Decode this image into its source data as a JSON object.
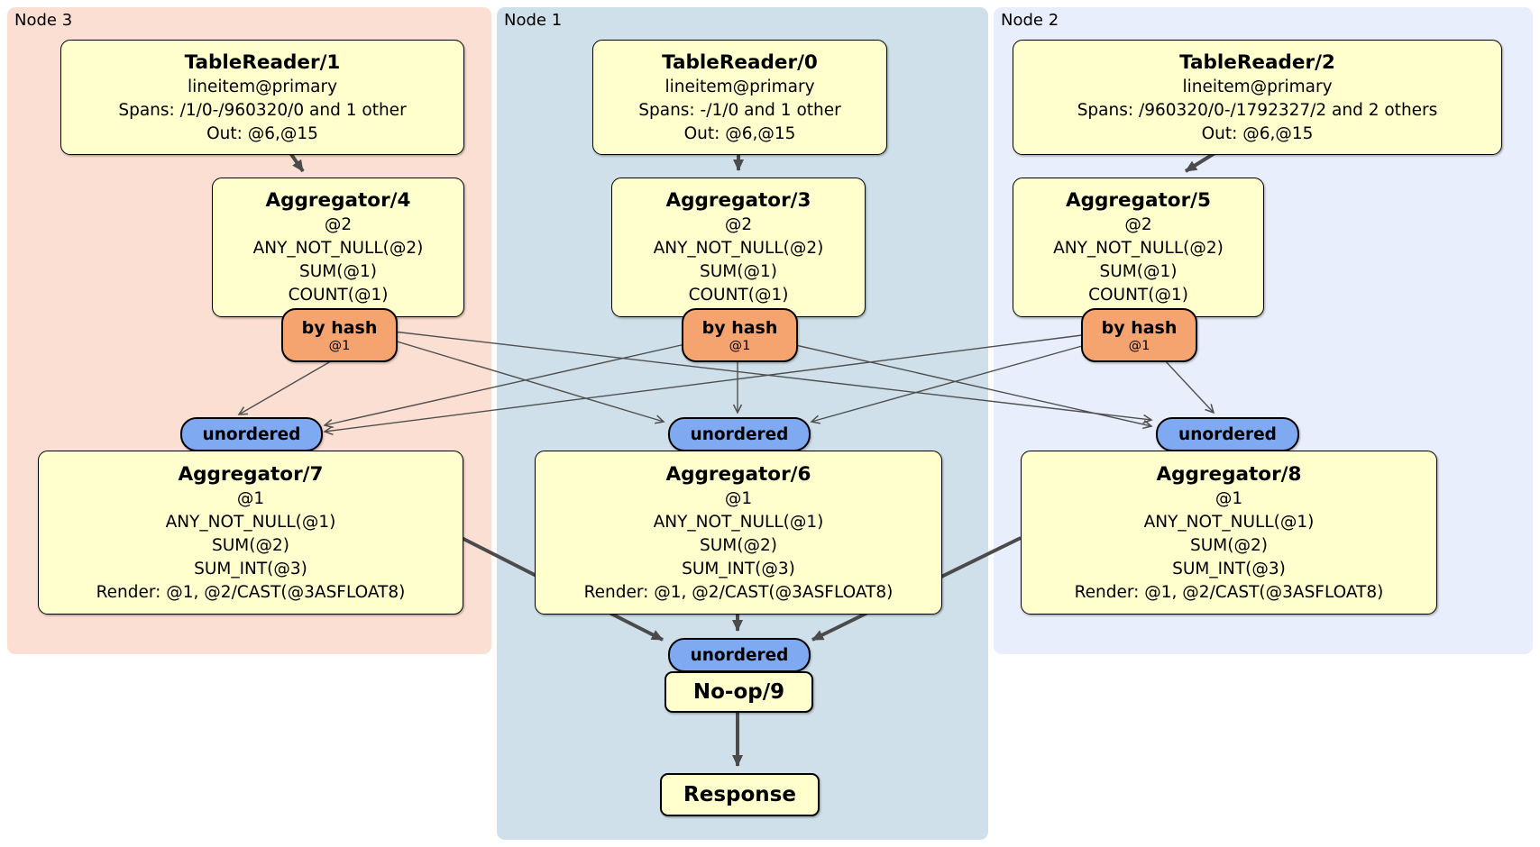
{
  "regions": [
    {
      "label": "Node 3"
    },
    {
      "label": "Node 1"
    },
    {
      "label": "Node 2"
    }
  ],
  "table_readers": [
    {
      "title": "TableReader/1",
      "lines": [
        "lineitem@primary",
        "Spans: /1/0-/960320/0 and 1 other",
        "Out: @6,@15"
      ]
    },
    {
      "title": "TableReader/0",
      "lines": [
        "lineitem@primary",
        "Spans: -/1/0 and 1 other",
        "Out: @6,@15"
      ]
    },
    {
      "title": "TableReader/2",
      "lines": [
        "lineitem@primary",
        "Spans: /960320/0-/1792327/2 and 2 others",
        "Out: @6,@15"
      ]
    }
  ],
  "stage1_aggregators": [
    {
      "title": "Aggregator/4",
      "lines": [
        "@2",
        "ANY_NOT_NULL(@2)",
        "SUM(@1)",
        "COUNT(@1)"
      ]
    },
    {
      "title": "Aggregator/3",
      "lines": [
        "@2",
        "ANY_NOT_NULL(@2)",
        "SUM(@1)",
        "COUNT(@1)"
      ]
    },
    {
      "title": "Aggregator/5",
      "lines": [
        "@2",
        "ANY_NOT_NULL(@2)",
        "SUM(@1)",
        "COUNT(@1)"
      ]
    }
  ],
  "routers": [
    {
      "label": "by hash",
      "key": "@1"
    },
    {
      "label": "by hash",
      "key": "@1"
    },
    {
      "label": "by hash",
      "key": "@1"
    }
  ],
  "syncs": [
    {
      "label": "unordered"
    },
    {
      "label": "unordered"
    },
    {
      "label": "unordered"
    },
    {
      "label": "unordered"
    }
  ],
  "stage2_aggregators": [
    {
      "title": "Aggregator/7",
      "lines": [
        "@1",
        "ANY_NOT_NULL(@1)",
        "SUM(@2)",
        "SUM_INT(@3)",
        "Render: @1, @2/CAST(@3ASFLOAT8)"
      ]
    },
    {
      "title": "Aggregator/6",
      "lines": [
        "@1",
        "ANY_NOT_NULL(@1)",
        "SUM(@2)",
        "SUM_INT(@3)",
        "Render: @1, @2/CAST(@3ASFLOAT8)"
      ]
    },
    {
      "title": "Aggregator/8",
      "lines": [
        "@1",
        "ANY_NOT_NULL(@1)",
        "SUM(@2)",
        "SUM_INT(@3)",
        "Render: @1, @2/CAST(@3ASFLOAT8)"
      ]
    }
  ],
  "noop": {
    "title": "No-op/9"
  },
  "response": {
    "title": "Response"
  },
  "colors": {
    "node3_bg": "#fcdfd3",
    "node1_bg": "#cfe0ea",
    "node2_bg": "#e8eefb",
    "processor_bg": "#ffffce",
    "router_bg": "#f5a470",
    "sync_bg": "#7fa9f1",
    "edge": "#4b4b4b"
  }
}
